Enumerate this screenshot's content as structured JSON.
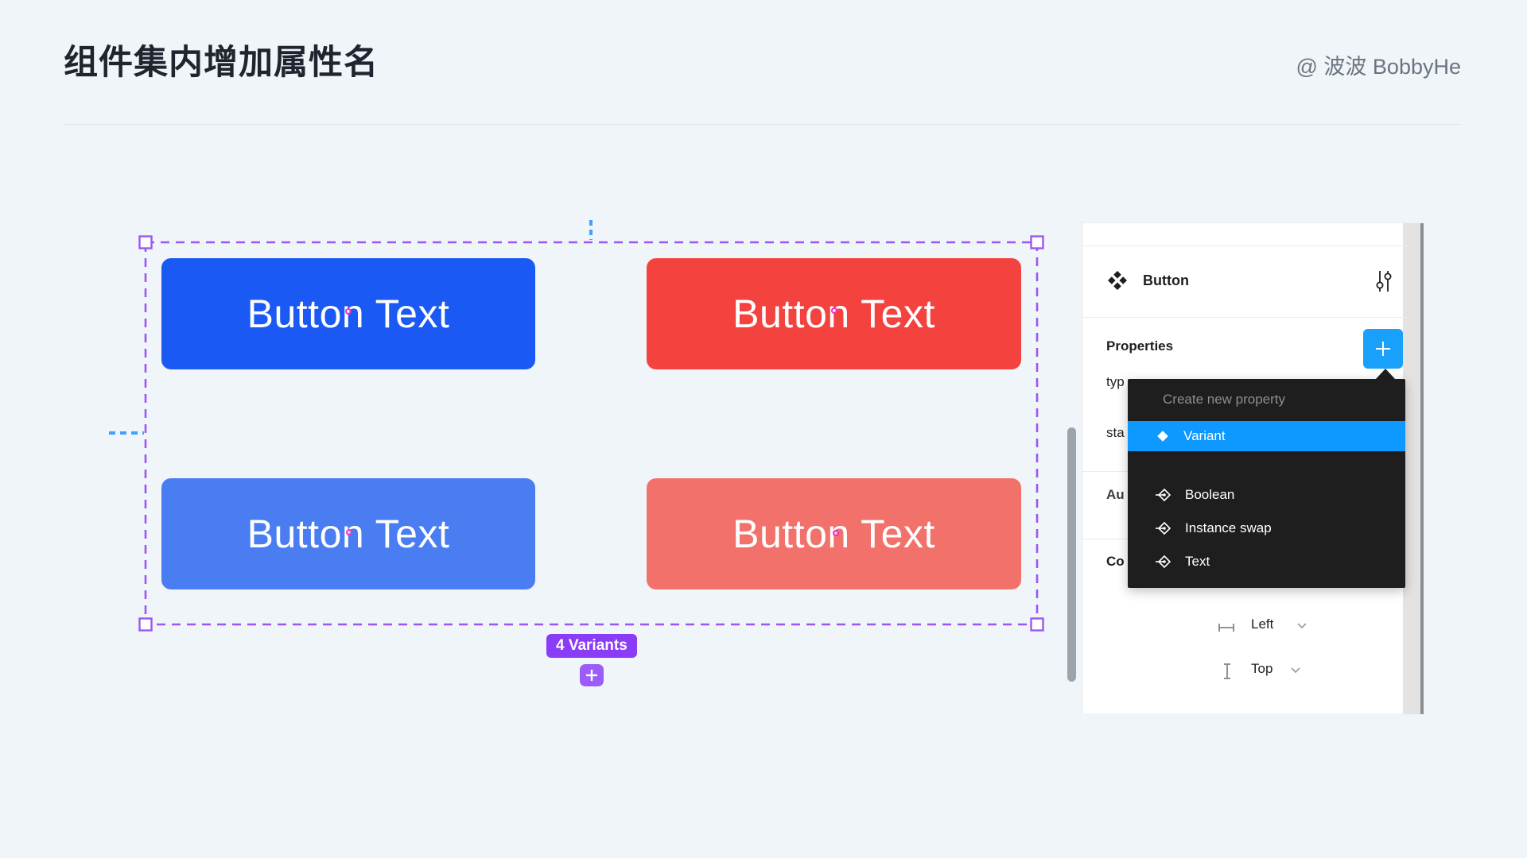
{
  "page": {
    "title": "组件集内增加属性名",
    "author": "@ 波波 BobbyHe"
  },
  "canvas": {
    "selection_color": "#9B57F5",
    "guide_color": "#42A0FF",
    "buttons": [
      {
        "label": "Button Text",
        "color": "#1B59F5"
      },
      {
        "label": "Button Text",
        "color": "#F4423E"
      },
      {
        "label": "Button Text",
        "color": "#4A7DF2"
      },
      {
        "label": "Button Text",
        "color": "#F2716A"
      }
    ],
    "variants_badge": "4 Variants"
  },
  "panel": {
    "component_name": "Button",
    "properties_label": "Properties",
    "property_rows": [
      "typ",
      "sta"
    ],
    "auto_layout_label": "Au",
    "constraints_label": "Co",
    "constraints": {
      "horizontal": "Left",
      "vertical": "Top"
    }
  },
  "dropdown": {
    "header": "Create new property",
    "bg_color": "#1E1E1E",
    "highlight_color": "#0D99FF",
    "items": [
      {
        "label": "Variant"
      },
      {
        "label": "Boolean"
      },
      {
        "label": "Instance swap"
      },
      {
        "label": "Text"
      }
    ]
  }
}
